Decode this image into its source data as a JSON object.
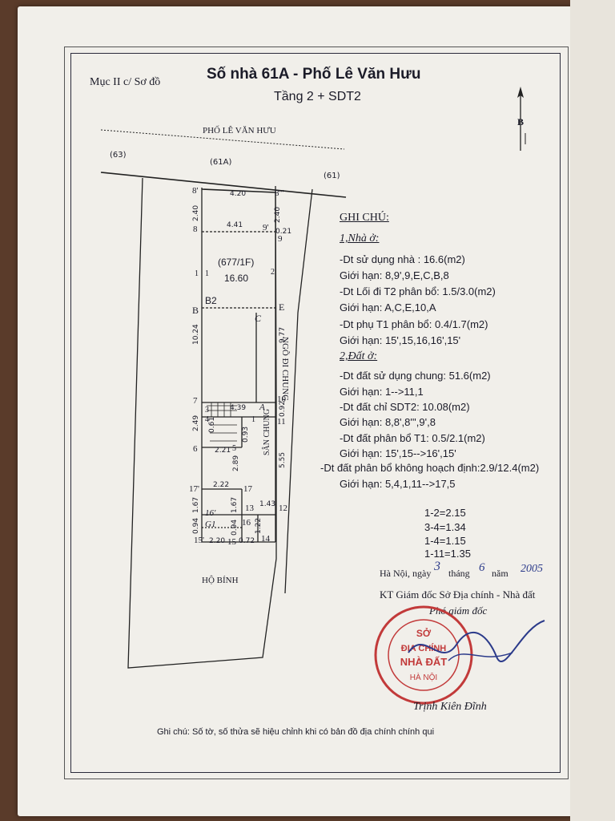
{
  "header": {
    "section": "Mục II c/ Sơ đồ",
    "title": "Số nhà 61A - Phố Lê Văn Hưu",
    "subtitle": "Tầng 2 + SDT2",
    "north_label": "B"
  },
  "plan": {
    "street": "PHỐ LÊ VĂN HƯU",
    "lot_left": "(63)",
    "lot_center": "(61A)",
    "lot_right": "(61)",
    "alley": "NGÕ ĐI CHUNG",
    "shared_yard": "SÂN CHUNG",
    "neighbor": "HỘ BÍNH",
    "parcel_id": "(677/1F)",
    "parcel_area": "16.60",
    "dims": {
      "w_top": "4.20",
      "w_9": "4.41",
      "w_10": "4.39",
      "w_5": "2.21",
      "w_17": "2.22",
      "w_15": "2.20",
      "w_16": "0.72",
      "h_top_l": "2.40",
      "h_top_r": "2.40",
      "h_9": "0.21",
      "h_left": "10.24",
      "h_right": "9.77",
      "h_11": "0.92",
      "h_left2": "2.49",
      "h_mid": "0.93",
      "h_mid2": "0.61",
      "h_sc": "2.89",
      "h_right2": "5.55",
      "h_17l": "1.67",
      "h_17r": "1.67",
      "h_12": "1.43",
      "h_15l": "0.94",
      "h_15m": "0.94",
      "h_14": "1.22"
    },
    "points": {
      "p8a": "8'",
      "p8b": "8'''",
      "p8": "8",
      "p9a": "9'",
      "p9": "9",
      "p1l": "1",
      "p1r": "1",
      "p2": "2",
      "pB": "B",
      "pB2": "B2",
      "pE": "E",
      "pC": "C",
      "p7": "7",
      "pA": "A",
      "p10": "10",
      "p11": "11",
      "p3": "3",
      "p4": "4",
      "p1m": "1",
      "p6": "6",
      "p5": "5",
      "p17a": "17'",
      "p17": "17",
      "p16a": "16'",
      "p13": "13",
      "p12": "12",
      "pG1": "G1",
      "p16": "16",
      "p15a": "15'",
      "p15": "15",
      "p14": "14"
    }
  },
  "notes": {
    "heading": "GHI CHÚ:",
    "house": "1,Nhà ở:",
    "l1": "-Dt sử dụng nhà : 16.6(m2)",
    "l2": "Giới hạn: 8,9',9,E,C,B,8",
    "l3": "-Dt Lối đi T2 phân bổ: 1.5/3.0(m2)",
    "l4": "Giới hạn: A,C,E,10,A",
    "l5": "-Dt phụ T1 phân bổ: 0.4/1.7(m2)",
    "l6": "Giới hạn: 15',15,16,16',15'",
    "land": "2,Đất ở:",
    "l7": "-Dt đất sử dụng chung: 51.6(m2)",
    "l8": "Giới hạn: 1-->11,1",
    "l9": "-Dt đất chỉ SDT2: 10.08(m2)",
    "l10": "Giới hạn: 8,8',8''',9',8",
    "l11": "-Dt đất phân bổ T1: 0.5/2.1(m2)",
    "l12": "Giới hạn: 15',15-->16',15'",
    "l13": "-Dt đất phân bổ không hoạch định:2.9/12.4(m2)",
    "l14": "Giới hạn: 5,4,1,11-->17,5",
    "m1": "1-2=2.15",
    "m2": "3-4=1.34",
    "m3": "1-4=1.15",
    "m4": "1-11=1.35"
  },
  "signature": {
    "date_prefix": "Hà Nội, ngày",
    "day": "3",
    "month_label": "tháng",
    "month": "6",
    "year_label": "năm",
    "year": "2005",
    "org": "KT Giám đốc Sở Địa chính - Nhà đất",
    "role": "Phó giám đốc",
    "name": "Trịnh Kiên Đĩnh",
    "seal_top": "SỞ",
    "seal_mid1": "ĐỊA CHÍNH",
    "seal_mid2": "NHÀ ĐẤT",
    "seal_bottom": "HÀ NỘI"
  },
  "footer": {
    "note": "Ghi chú: Số tờ, số thửa sẽ hiệu chỉnh khi có bản đồ địa chính chính qui"
  },
  "colors": {
    "ink": "#1b1b28",
    "seal": "#c23a3a",
    "pen": "#2b3a8a"
  }
}
